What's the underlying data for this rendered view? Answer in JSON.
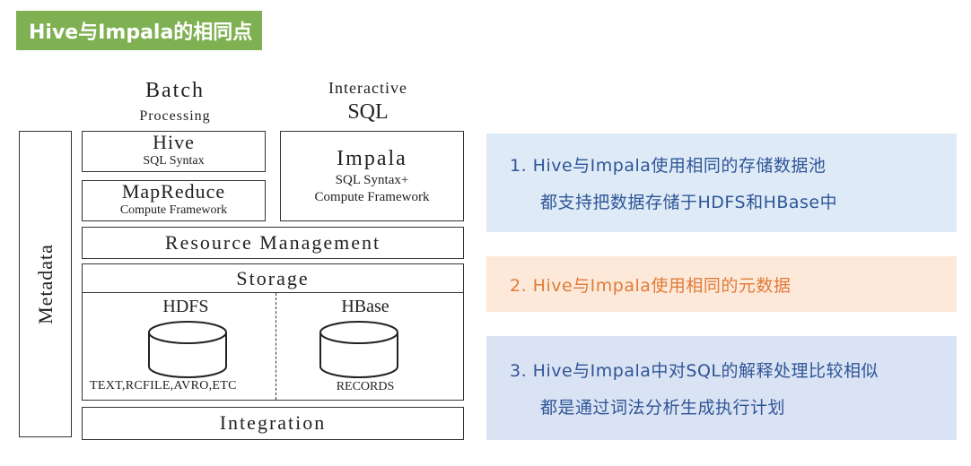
{
  "header": {
    "title": "Hive与Impala的相同点"
  },
  "diagram": {
    "batch_title": "Batch",
    "batch_subtitle": "Processing",
    "interactive_title": "Interactive",
    "interactive_subtitle": "SQL",
    "metadata": "Metadata",
    "hive": {
      "name": "Hive",
      "desc": "SQL Syntax"
    },
    "mapreduce": {
      "name": "MapReduce",
      "desc": "Compute Framework"
    },
    "impala": {
      "name": "Impala",
      "desc1": "SQL Syntax+",
      "desc2": "Compute Framework"
    },
    "resource": "Resource Management",
    "storage": "Storage",
    "hdfs": {
      "name": "HDFS",
      "formats": "TEXT,RCFILE,AVRO,ETC"
    },
    "hbase": {
      "name": "HBase",
      "records": "RECORDS"
    },
    "integration": "Integration"
  },
  "points": [
    {
      "line1": "1. Hive与Impala使用相同的存储数据池",
      "line2": "都支持把数据存储于HDFS和HBase中"
    },
    {
      "line1": "2. Hive与Impala使用相同的元数据"
    },
    {
      "line1": "3. Hive与Impala中对SQL的解释处理比较相似",
      "line2": "都是通过词法分析生成执行计划"
    }
  ],
  "colors": {
    "title_bg": "#7fb052",
    "point1_bg": "#deebf7",
    "point2_bg": "#fde9d9",
    "point3_bg": "#dae3f3",
    "point_text_blue": "#2f5597",
    "point_text_orange": "#e07b39"
  }
}
